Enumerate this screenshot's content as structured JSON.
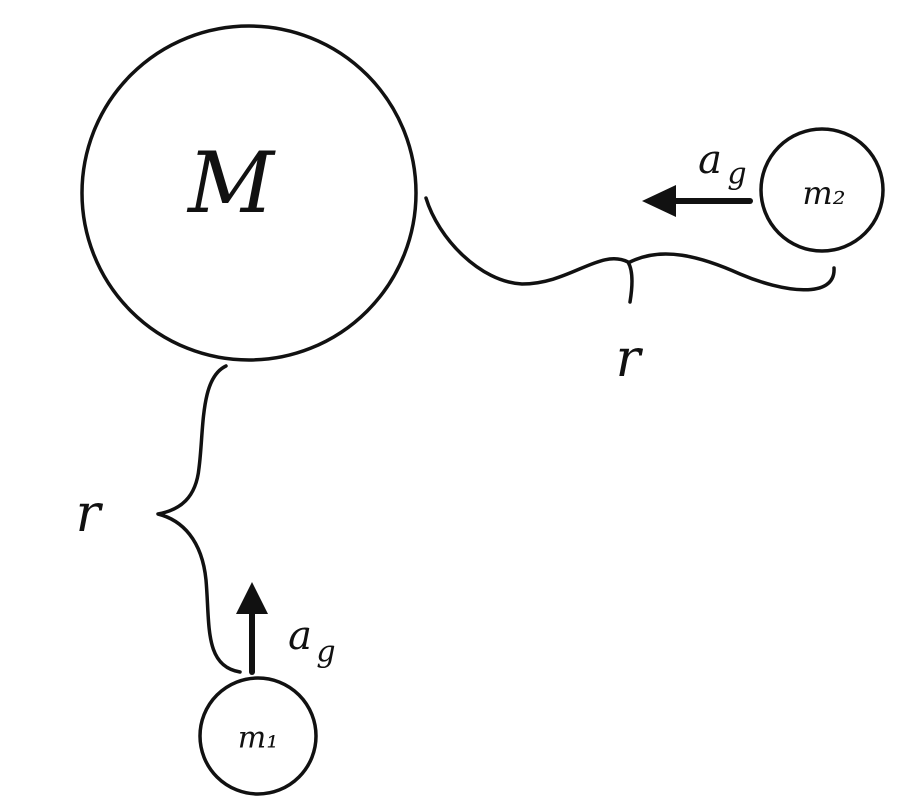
{
  "diagram": {
    "ink_color": "#111111",
    "background_color": "#ffffff",
    "bodies": {
      "central": {
        "label": "M"
      },
      "m1": {
        "label": "m₁"
      },
      "m2": {
        "label": "m₂"
      }
    },
    "distances": {
      "vertical": {
        "label": "r"
      },
      "horizontal": {
        "label": "r"
      }
    },
    "accelerations": {
      "m1": {
        "label": "a",
        "subscript": "g",
        "direction": "up"
      },
      "m2": {
        "label": "a",
        "subscript": "g",
        "direction": "left"
      }
    }
  }
}
